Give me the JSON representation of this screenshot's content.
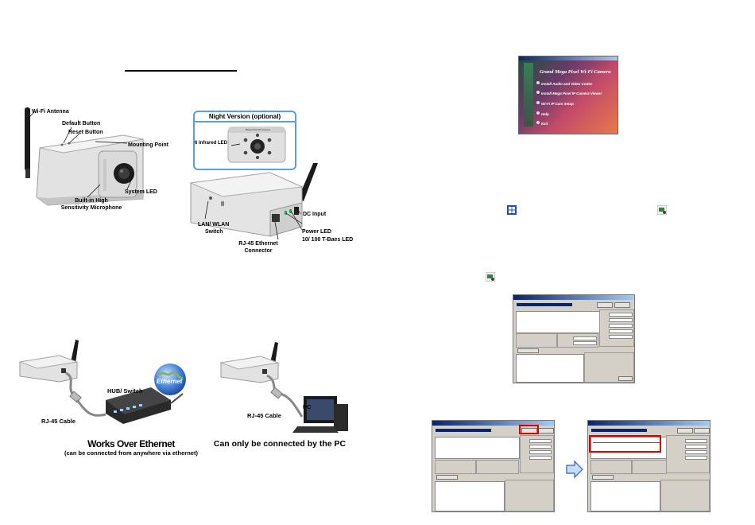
{
  "hardware": {
    "labels": {
      "wifi_antenna": "Wi-Fi Antenna",
      "default_button": "Default Button",
      "reset_button": "Reset Button",
      "mounting_point": "Mounting Point",
      "system_led": "System LED",
      "microphone_line1": "Built-in High",
      "microphone_line2": "Sensitivity Microphone",
      "night_version": "Night Version (optional)",
      "infrared_led": "6 Infrared LED",
      "dc_input": "DC Input",
      "lan_wlan_line1": "LAN/ WLAN",
      "lan_wlan_line2": "Switch",
      "power_led": "Power LED",
      "rj45_line1": "RJ-45 Ethernet",
      "rj45_line2": "Connector",
      "tbase_led": "10/ 100 T-Baes LED",
      "cam_brand": "Mega Pixel IP Camera"
    }
  },
  "connection": {
    "left": {
      "hub_switch": "HUB/ Switch",
      "ethernet": "Ethernet",
      "rj45_cable": "RJ-45 Cable",
      "caption": "Works Over Ethernet",
      "subcaption": "(can be connected from anywhere via ethernet)"
    },
    "right": {
      "pc": "PC",
      "rj45_cable": "RJ-45 Cable",
      "caption": "Can only be connected by the PC"
    }
  },
  "installer": {
    "title": "Grand Mega Pixel Wi-Fi Camera",
    "menu": [
      "Install Audio and Video Codec",
      "Install Mega Pixel IP Camera Viewer",
      "Wi-Fi IP Cam Setup",
      "Help",
      "Exit"
    ]
  },
  "colors": {
    "dialog_bg": "#d4d0c8",
    "highlight": "#e00000",
    "frame_blue": "#5aa0e0",
    "arrow_fill": "#c8dcff",
    "arrow_stroke": "#3060c0"
  },
  "icons": [
    "windows-start-icon",
    "camera-setup-icon",
    "next-arrow-icon"
  ]
}
